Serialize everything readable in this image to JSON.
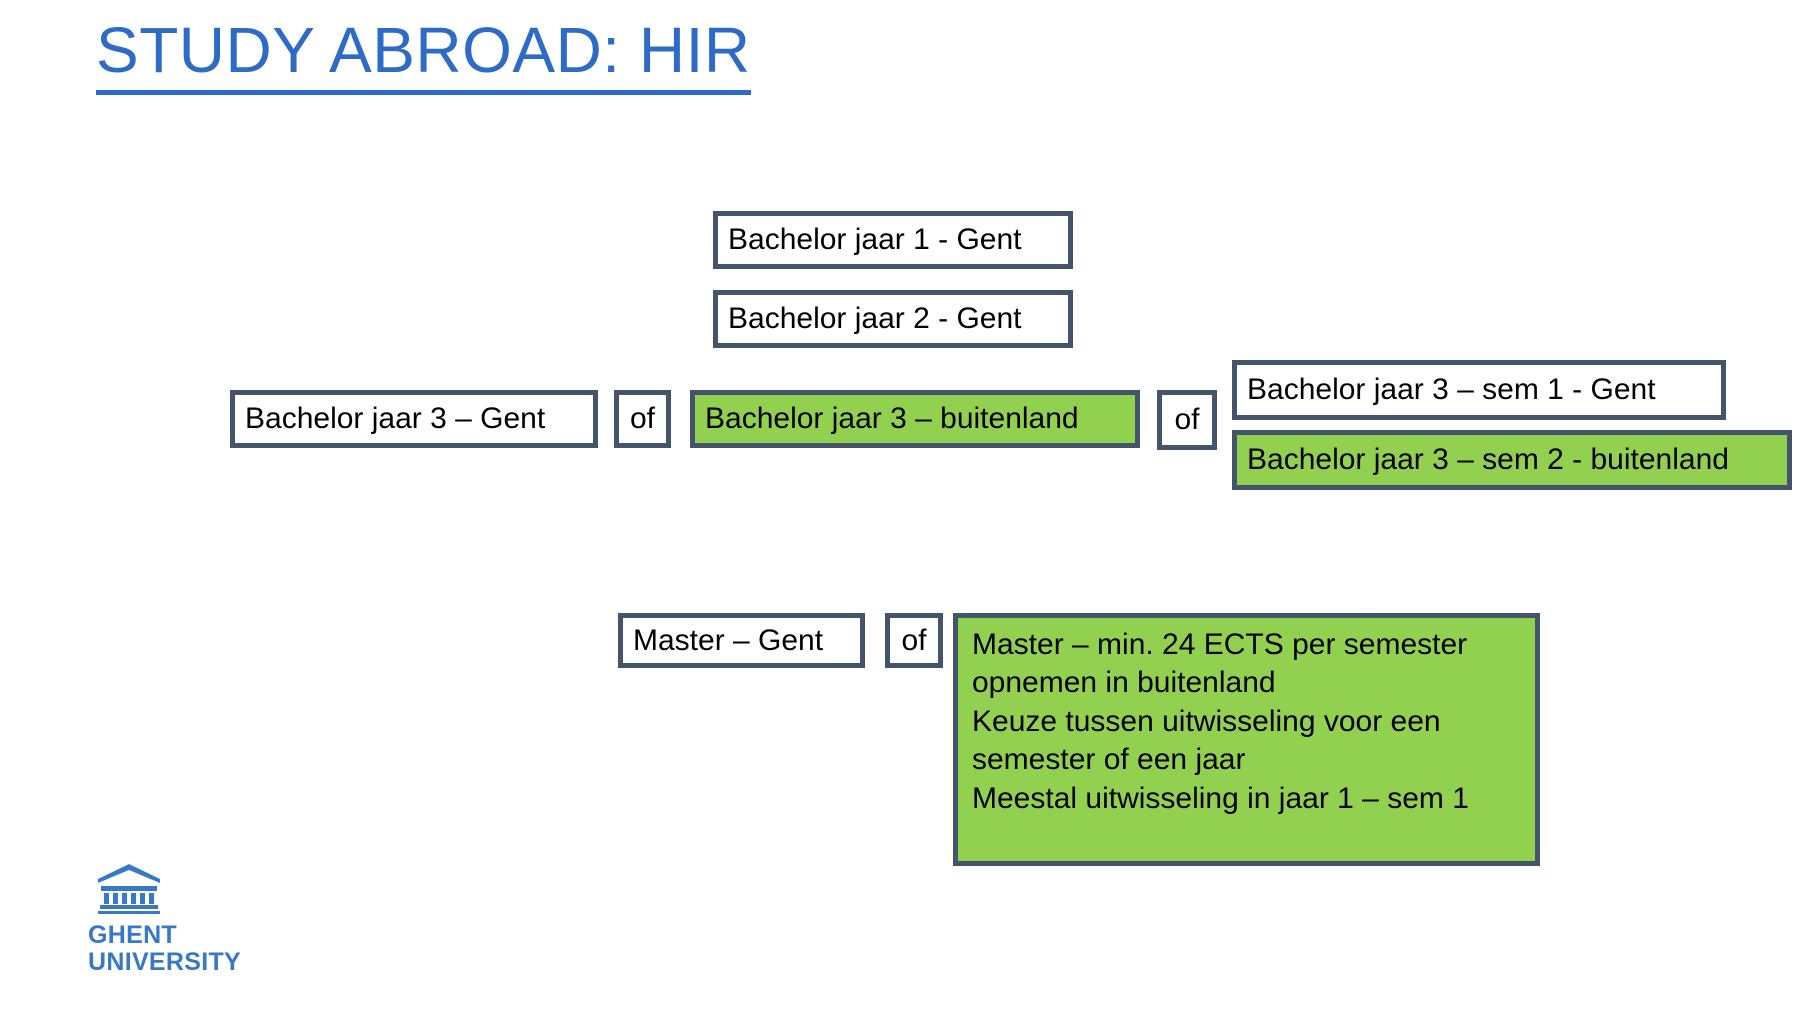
{
  "slide": {
    "title": "STUDY ABROAD: HIR",
    "accent_color": "#2E6BC6",
    "box_border_color": "#44546A",
    "highlight_color": "#92D050",
    "background_color": "#FFFFFF"
  },
  "flow": {
    "bachelor_year1": "Bachelor jaar 1 - Gent",
    "bachelor_year2": "Bachelor jaar 2 - Gent",
    "bachelor_year3_gent": "Bachelor jaar 3 – Gent",
    "or_1": "of",
    "bachelor_year3_abroad": "Bachelor jaar 3 – buitenland",
    "or_2": "of",
    "bachelor_year3_sem1_gent": "Bachelor jaar 3 – sem 1 - Gent",
    "bachelor_year3_sem2_abroad": "Bachelor jaar 3 – sem 2 - buitenland",
    "master_gent": "Master – Gent",
    "or_3": "of",
    "master_abroad_lines": [
      "Master – min. 24 ECTS per semester",
      "opnemen in buitenland",
      "Keuze tussen uitwisseling voor een",
      "semester of een jaar",
      "Meestal uitwisseling in jaar 1 – sem 1"
    ]
  },
  "logo": {
    "line1": "GHENT",
    "line2": "UNIVERSITY",
    "color": "#3878C8",
    "icon": "classical-building-icon"
  }
}
